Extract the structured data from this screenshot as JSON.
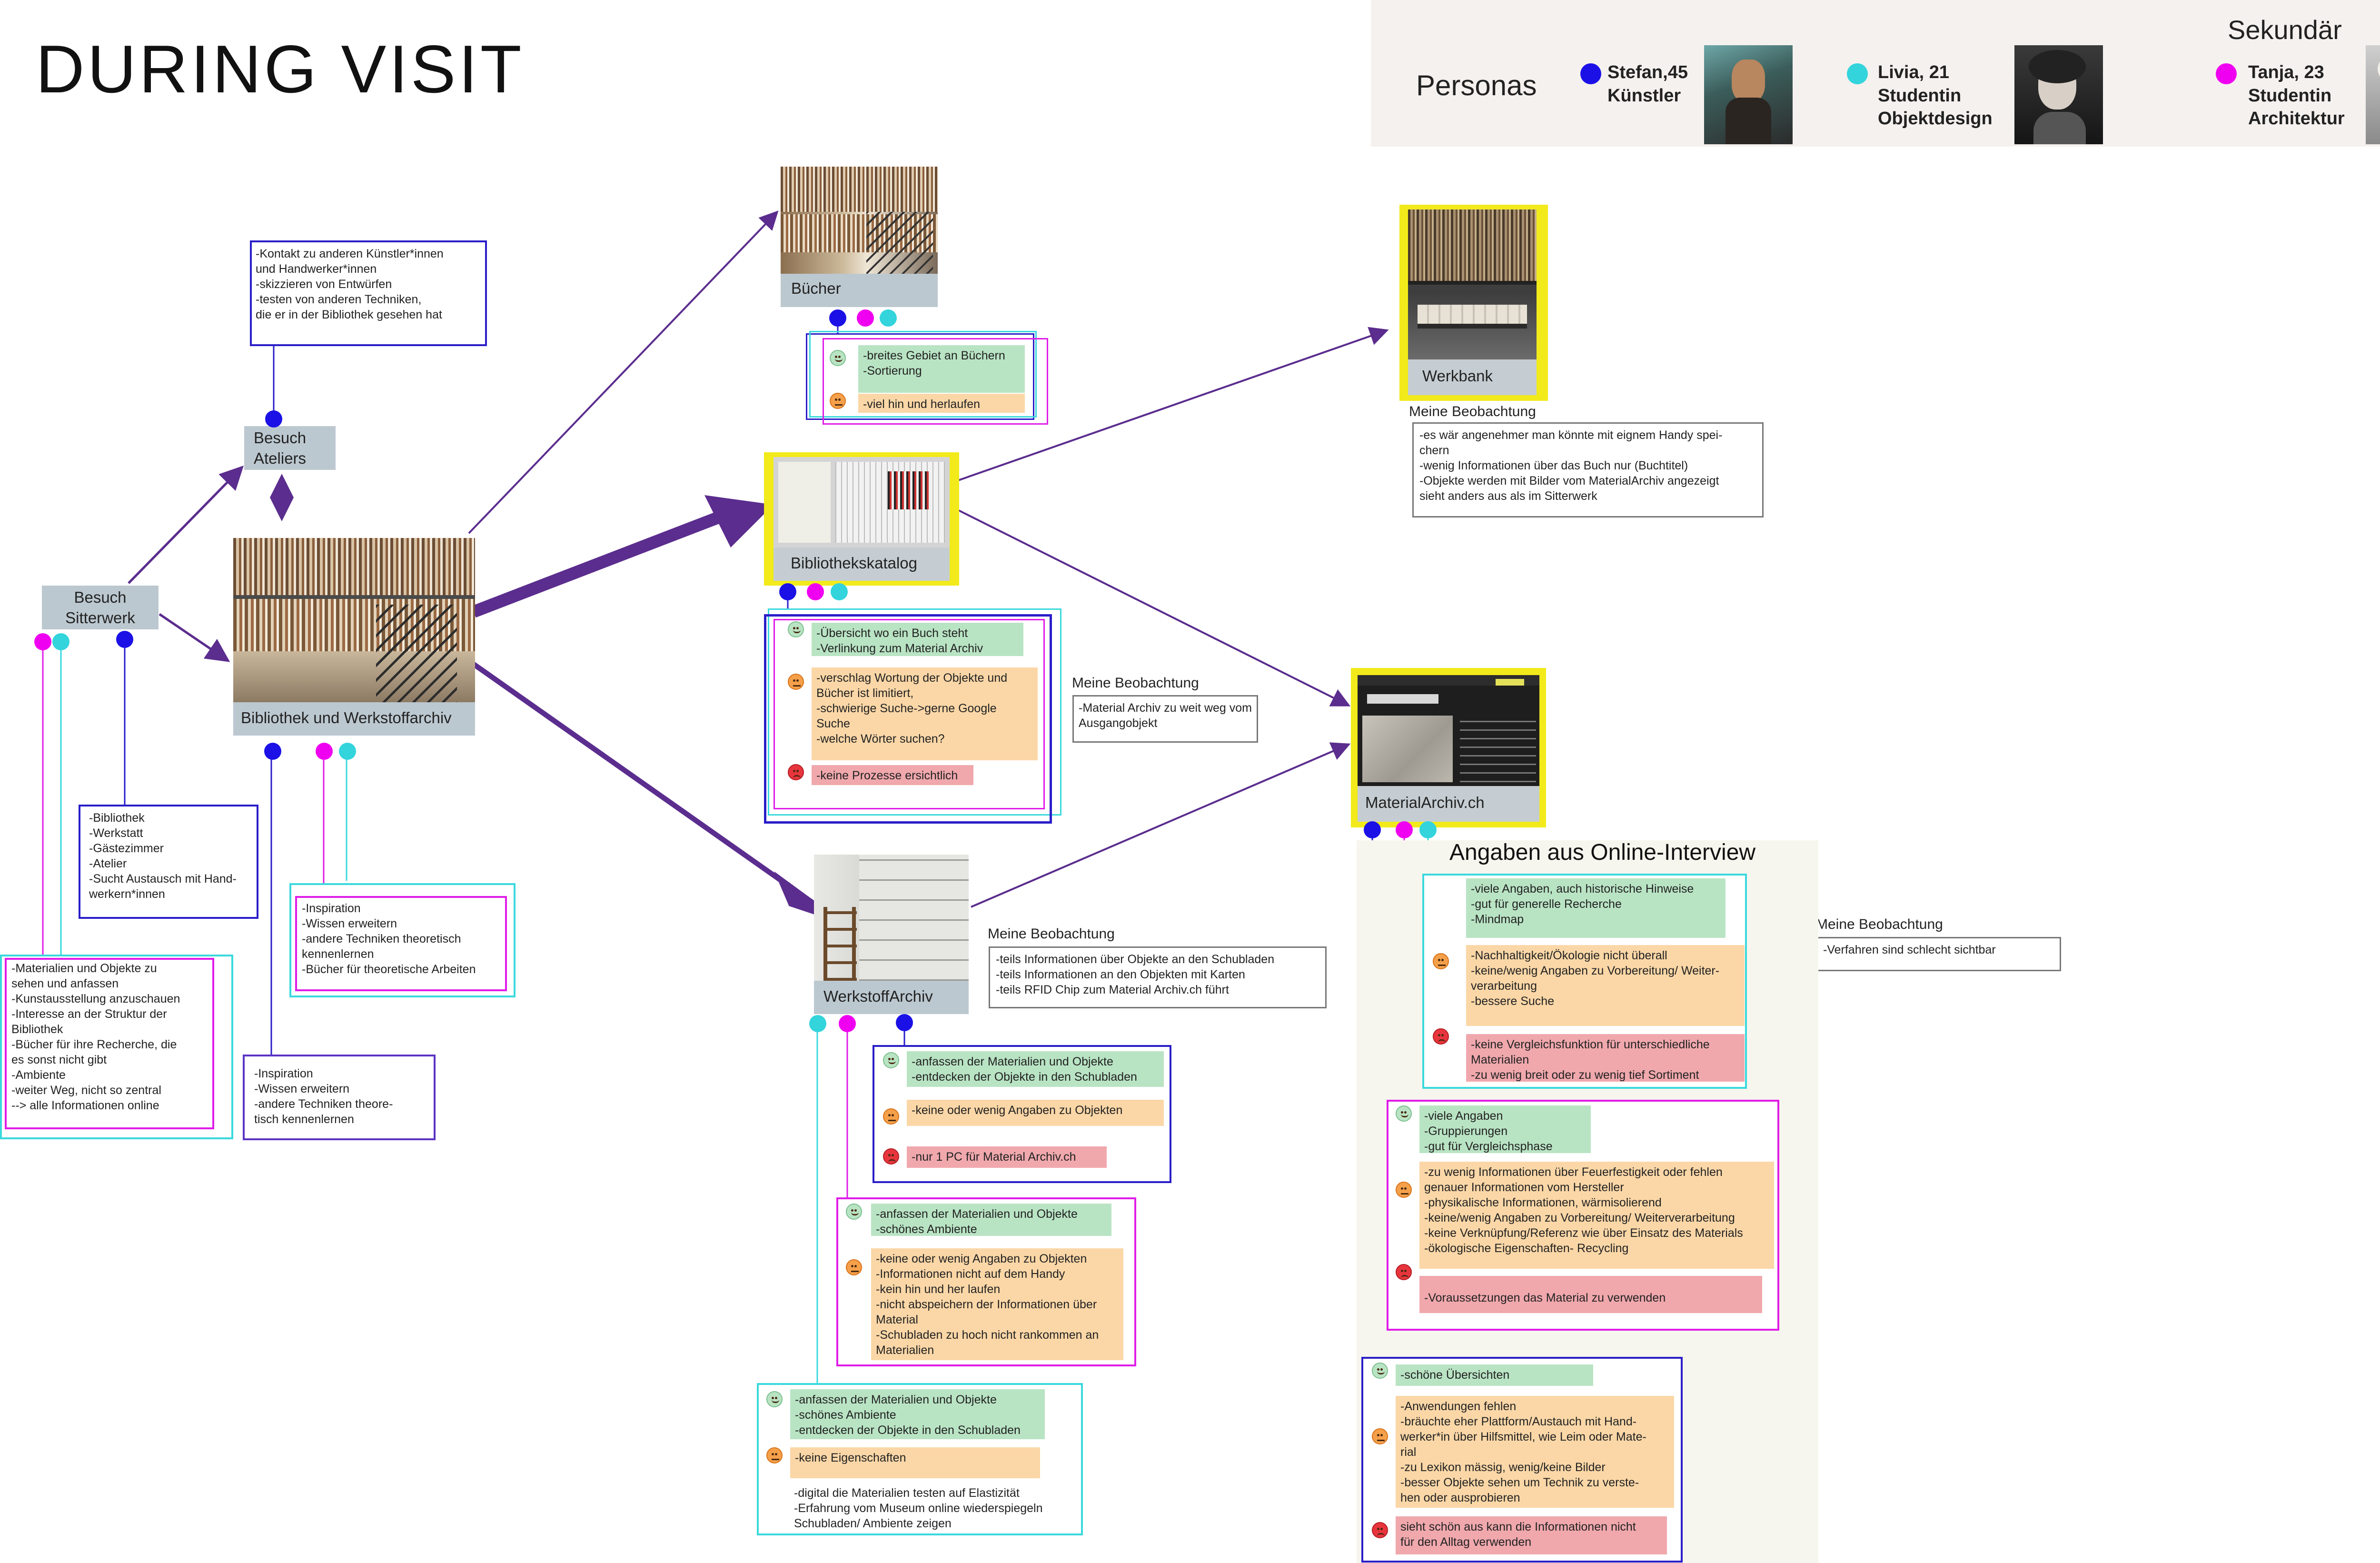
{
  "page": {
    "title": "DURING VISIT"
  },
  "personas": {
    "label": "Personas",
    "secondary_label": "Sekundär",
    "items": [
      {
        "name": "Stefan,45\nKünstler",
        "color": "#1b11e6"
      },
      {
        "name": "Livia, 21\nStudentin\nObjektdesign",
        "color": "#33d4dc"
      },
      {
        "name": "Tanja, 23\nStudentin\nArchitektur",
        "color": "#f000f0"
      }
    ]
  },
  "nodes": {
    "sitterwerk": "Besuch\nSitterwerk",
    "ateliers": "Besuch\nAteliers",
    "bibliothek": "Bibliothek und Werkstoffarchiv",
    "buecher": "Bücher",
    "katalog": "Bibliothekskatalog",
    "werkstoff": "WerkstoffArchiv",
    "werkbank": "Werkbank",
    "material": "MaterialArchiv.ch"
  },
  "notes": {
    "ateliers_top": "-Kontakt zu anderen Künstler*innen\nund Handwerker*innen\n-skizzieren von Entwürfen\n-testen von anderen Techniken,\ndie er in der Bibliothek gesehen hat",
    "sitterwerk_blue": "-Bibliothek\n-Werkstatt\n-Gästezimmer\n-Atelier\n-Sucht Austausch mit Hand-\nwerkern*innen",
    "sitterwerk_left": "-Materialien und Objekte zu\nsehen und anfassen\n-Kunstausstellung anzuschauen\n-Interesse an der Struktur der\nBibliothek\n-Bücher für ihre Recherche, die\nes sonst nicht gibt\n-Ambiente\n-weiter Weg, nicht so zentral\n--> alle Informationen online",
    "bib_mag": "-Inspiration\n-Wissen erweitern\n-andere Techniken theoretisch\nkennenlernen\n-Bücher für theoretische Arbeiten",
    "bib_blue": "-Inspiration\n-Wissen erweitern\n-andere Techniken theore-\ntisch kennenlernen"
  },
  "buecher_feedback": {
    "positive": "-breites Gebiet an Büchern\n-Sortierung",
    "neutral": "-viel hin und herlaufen"
  },
  "katalog_feedback": {
    "positive": "-Übersicht wo ein Buch steht\n-Verlinkung zum Material Archiv",
    "neutral": "-verschlag Wortung der Objekte und\nBücher ist limitiert,\n-schwierige Suche->gerne Google\nSuche\n-welche Wörter suchen?",
    "negative": "-keine Prozesse ersichtlich"
  },
  "werkstoff_feedback": {
    "blue": {
      "positive": "-anfassen der Materialien und Objekte\n-entdecken der Objekte in den Schubladen",
      "neutral": "-keine oder wenig Angaben zu Objekten",
      "negative": "-nur 1 PC für Material Archiv.ch"
    },
    "magenta": {
      "positive": "-anfassen der Materialien und Objekte\n-schönes Ambiente",
      "neutral": "-keine oder wenig Angaben zu Objekten\n-Informationen nicht auf dem Handy\n-kein hin und her laufen\n-nicht abspeichern der Informationen über\nMaterial\n-Schubladen zu hoch nicht rankommen an\nMaterialien"
    },
    "cyan": {
      "positive": "-anfassen der Materialien und Objekte\n-schönes Ambiente\n-entdecken der Objekte in den Schubladen",
      "neutral": "-keine Eigenschaften",
      "extra": "-digital die Materialien testen auf Elastizität\n-Erfahrung vom Museum online wiederspiegeln\nSchubladen/ Ambiente zeigen"
    }
  },
  "observations": {
    "heading": "Meine Beobachtung",
    "werkbank": "-es wär angenehmer man könnte mit eignem Handy spei-\nchern\n-wenig Informationen über das Buch nur (Buchtitel)\n-Objekte werden mit Bilder vom MaterialArchiv angezeigt\nsieht anders aus als im Sitterwerk",
    "katalog": "-Material Archiv zu weit weg vom\nAusgangobjekt",
    "werkstoff": "-teils Informationen über Objekte an den Schubladen\n-teils Informationen an den Objekten mit Karten\n-teils RFID Chip zum Material Archiv.ch führt",
    "material": "-Verfahren sind schlecht sichtbar"
  },
  "online_interview": {
    "heading": "Angaben aus Online-Interview",
    "cyan": {
      "positive": "-viele Angaben, auch historische Hinweise\n-gut für generelle Recherche\n-Mindmap",
      "neutral": "-Nachhaltigkeit/Ökologie nicht überall\n-keine/wenig Angaben zu Vorbereitung/ Weiter-\nverarbeitung\n-bessere Suche",
      "negative": "-keine Vergleichsfunktion für unterschiedliche\nMaterialien\n-zu wenig breit oder zu wenig tief Sortiment"
    },
    "magenta": {
      "positive": "-viele Angaben\n-Gruppierungen\n-gut für Vergleichsphase",
      "neutral": "-zu wenig Informationen über Feuerfestigkeit oder fehlen\ngenauer Informationen vom Hersteller\n-physikalische Informationen, wärmisolierend\n-keine/wenig Angaben zu Vorbereitung/ Weiterverarbeitung\n-keine Verknüpfung/Referenz wie über Einsatz des Materials\n-ökologische Eigenschaften- Recycling",
      "negative": "-Voraussetzungen das Material zu verwenden"
    },
    "blue": {
      "positive": "-schöne Übersichten",
      "neutral": "-Anwendungen fehlen\n-bräuchte eher Plattform/Austauch mit Hand-\nwerker*in über Hilfsmittel, wie Leim oder Mate-\nrial\n-zu Lexikon mässig, wenig/keine Bilder\n-besser Objekte sehen um Technik zu verste-\nhen oder ausprobieren",
      "negative": "sieht schön aus kann die Informationen nicht\nfür den Alltag verwenden"
    }
  }
}
